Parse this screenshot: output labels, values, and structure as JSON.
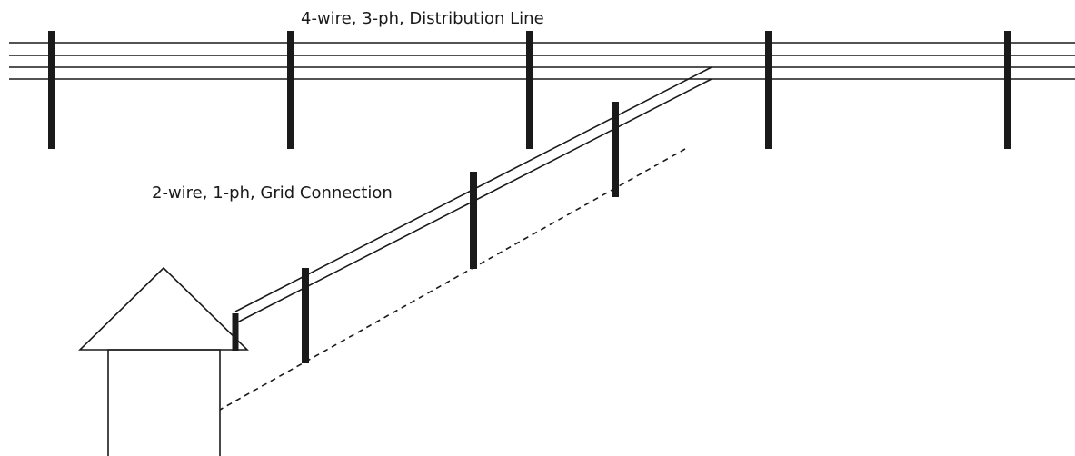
{
  "diagram": {
    "distribution_line_label": "4-wire, 3-ph, Distribution Line",
    "grid_connection_label": "2-wire, 1-ph, Grid Connection",
    "distribution_wire_count": 4,
    "grid_connection_wire_count": 2,
    "colors": {
      "line": "#1a1a1a",
      "background": "#ffffff"
    }
  }
}
